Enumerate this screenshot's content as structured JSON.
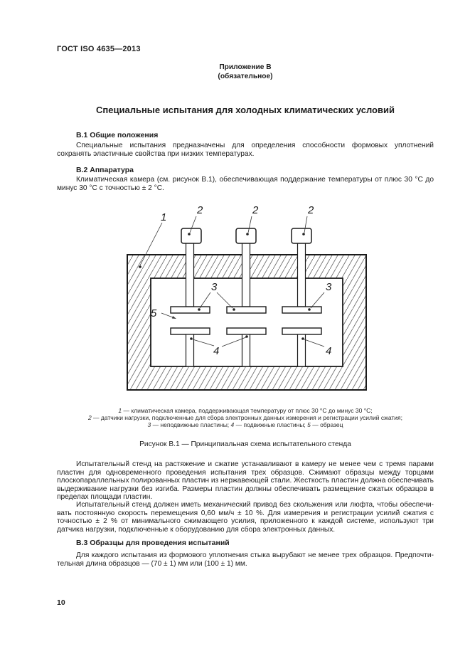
{
  "page": {
    "doc_number": "ГОСТ ISO 4635—2013",
    "page_number": "10"
  },
  "annex": {
    "name": "Приложение В",
    "type": "(обязательное)"
  },
  "title": "Специальные испытания для холодных климатических условий",
  "sections": {
    "b1": {
      "heading": "В.1 Общие положения",
      "p1": "Специальные испытания предназначены для определения способности формовых уплотнений сохранять эластичные свойства при низких температурах."
    },
    "b2": {
      "heading": "В.2 Аппаратура",
      "p1": "Климатическая камера (см. рисунок В.1), обеспечивающая поддержание температуры от плюс 30 °С до минус 30 °С с точностью ± 2 °С.",
      "p2": "Испытательный стенд на растяжение и сжатие устанавливают в камеру не менее чем с тремя парами пла­стин для одновременного проведения испытания трех образцов. Сжимают образцы между торцами плоскопа­раллельных полированных пластин из нержавеющей стали. Жесткость пластин должна обеспечивать выдержи­вание нагрузки без изгиба. Размеры пластин должны обеспечивать размещение сжатых образцов в пределах площади пластин.",
      "p3": "Испытательный стенд должен иметь механический привод без скольжения или люфта, чтобы обеспечи­вать постоянную скорость перемещения 0,60 мм/ч ± 10 %. Для измерения и регистрации усилий сжатия с точно­стью ± 2 % от минимального сжимающего усилия, приложенного к каждой системе, используют три датчика на­грузки, подключенные к оборудованию для сбора электронных данных."
    },
    "b3": {
      "heading": "В.3 Образцы для проведения испытаний",
      "p1": "Для каждого испытания из формового уплотнения стыка вырубают не менее трех образцов. Предпочти­тельная длина образцов — (70 ± 1) мм или (100 ± 1) мм."
    }
  },
  "figure": {
    "labels": {
      "l1": "1",
      "l2": "2",
      "l3": "3",
      "l4": "4",
      "l5": "5"
    },
    "caption_lines": [
      [
        {
          "t": "1",
          "i": true
        },
        {
          "t": " — климатическая камера, поддерживающая температуру от плюс 30 °С до минус 30 °С;"
        }
      ],
      [
        {
          "t": "2",
          "i": true
        },
        {
          "t": " — датчики нагрузки, подключенные для сбора электронных данных измерения и регистрации усилий сжатия;"
        }
      ],
      [
        {
          "t": "3",
          "i": true
        },
        {
          "t": " — неподвижные пластины; "
        },
        {
          "t": "4",
          "i": true
        },
        {
          "t": " — подвижные пластины; "
        },
        {
          "t": "5",
          "i": true
        },
        {
          "t": " — образец"
        }
      ]
    ],
    "title": "Рисунок В.1 — Принципиальная схема испытательного стенда"
  }
}
